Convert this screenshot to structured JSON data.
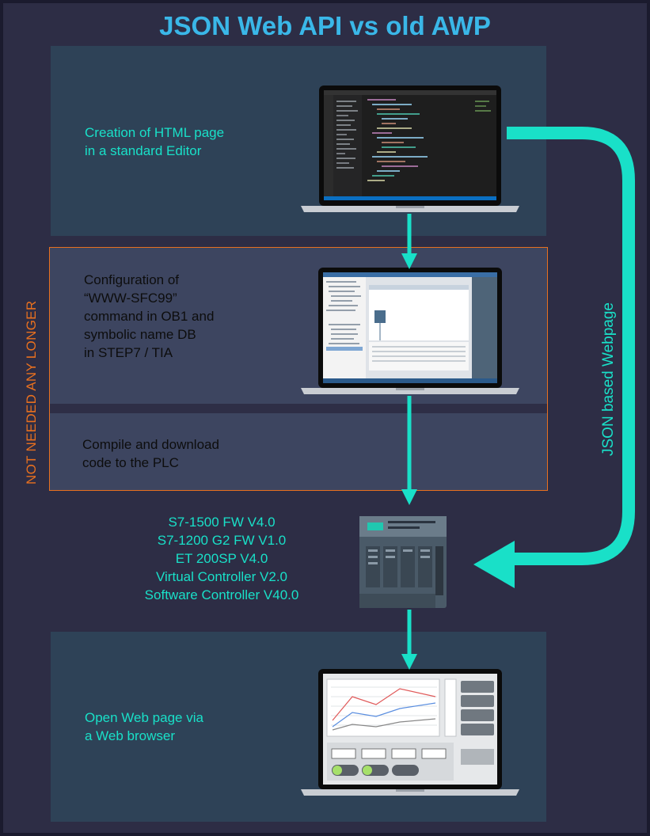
{
  "title": "JSON Web API vs old AWP",
  "steps": [
    {
      "lines": [
        "Creation of HTML page",
        "in a standard Editor"
      ]
    },
    {
      "lines": [
        "Configuration of",
        "“WWW-SFC99”",
        "command in OB1 and",
        "symbolic name DB",
        "in STEP7 / TIA"
      ]
    },
    {
      "lines": [
        "Compile and download",
        "code to the PLC"
      ]
    },
    {
      "lines": [
        "Open Web page via",
        "a Web browser"
      ]
    }
  ],
  "side_labels": {
    "not_needed": "NOT NEEDED ANY LONGER",
    "json_webpage": "JSON based Webpage"
  },
  "controllers": [
    "S7-1500 FW V4.0",
    "S7-1200 G2 FW V1.0",
    "ET 200SP V4.0",
    "Virtual Controller V2.0",
    "Software Controller V40.0"
  ],
  "colors": {
    "title": "#3ab7e8",
    "accent": "#19e0c8",
    "not_needed": "#e8701f",
    "background": "#2d2d45"
  },
  "icons": [
    "laptop-code-editor-icon",
    "laptop-tia-portal-icon",
    "plc-controller-icon",
    "laptop-web-dashboard-icon"
  ]
}
